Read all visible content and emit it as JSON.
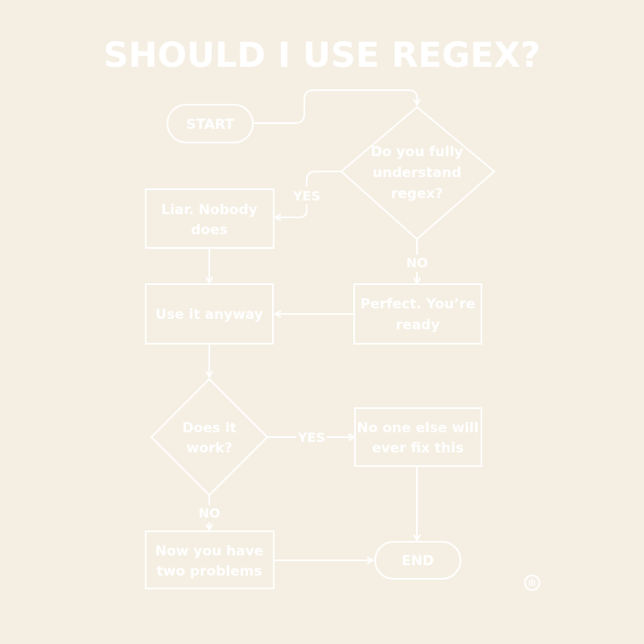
{
  "title": "SHOULD I USE REGEX?",
  "nodes": {
    "start": "START",
    "understand": [
      "Do you fully",
      "understand",
      "regex?"
    ],
    "liar": [
      "Liar. Nobody",
      "does"
    ],
    "perfect": [
      "Perfect. You’re",
      "ready"
    ],
    "use_anyway": "Use it anyway",
    "works": [
      "Does it",
      "work?"
    ],
    "no_one": [
      "No one else will",
      "ever fix this"
    ],
    "two_problems": [
      "Now you have",
      "two problems"
    ],
    "end": "END"
  },
  "edges": {
    "understand_yes": "YES",
    "understand_no": "NO",
    "works_yes": "YES",
    "works_no": "NO"
  },
  "colors": {
    "background": "#f5efe3",
    "ink": "#ffffff"
  },
  "icons": {
    "corner": "cursor-hand-icon"
  }
}
